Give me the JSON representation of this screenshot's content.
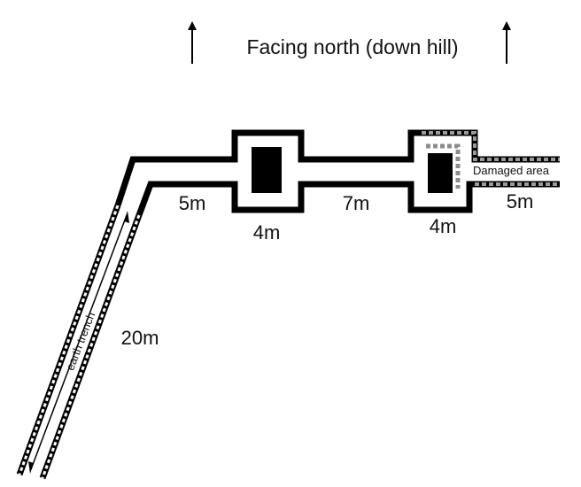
{
  "heading": {
    "text": "Facing north (down hill)"
  },
  "labels": {
    "segment_left_length": "5m",
    "chamber_left_width": "4m",
    "segment_middle_length": "7m",
    "chamber_right_width": "4m",
    "segment_right_length": "5m",
    "trench_length": "20m",
    "trench_label": "earth trench",
    "damaged_label": "Damaged area"
  },
  "colors": {
    "wall": "#000000",
    "damaged": "#8c8c8c",
    "text": "#111111"
  }
}
